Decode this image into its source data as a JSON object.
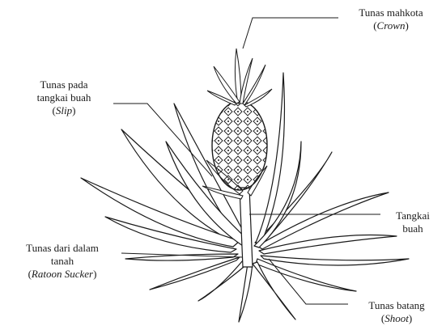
{
  "labels": {
    "crown": {
      "line1": "Tunas mahkota",
      "term": "Crown"
    },
    "slip": {
      "line1": "Tunas pada",
      "line2": "tangkai buah",
      "term": "Slip"
    },
    "stalk": {
      "line1": "Tangkai",
      "line2": "buah"
    },
    "ratoon": {
      "line1": "Tunas dari dalam",
      "line2": "tanah",
      "term": "Ratoon Sucker"
    },
    "shoot": {
      "line1": "Tunas batang",
      "term": "Shoot"
    }
  },
  "colors": {
    "ink": "#1a1a1a",
    "paper": "#ffffff"
  }
}
